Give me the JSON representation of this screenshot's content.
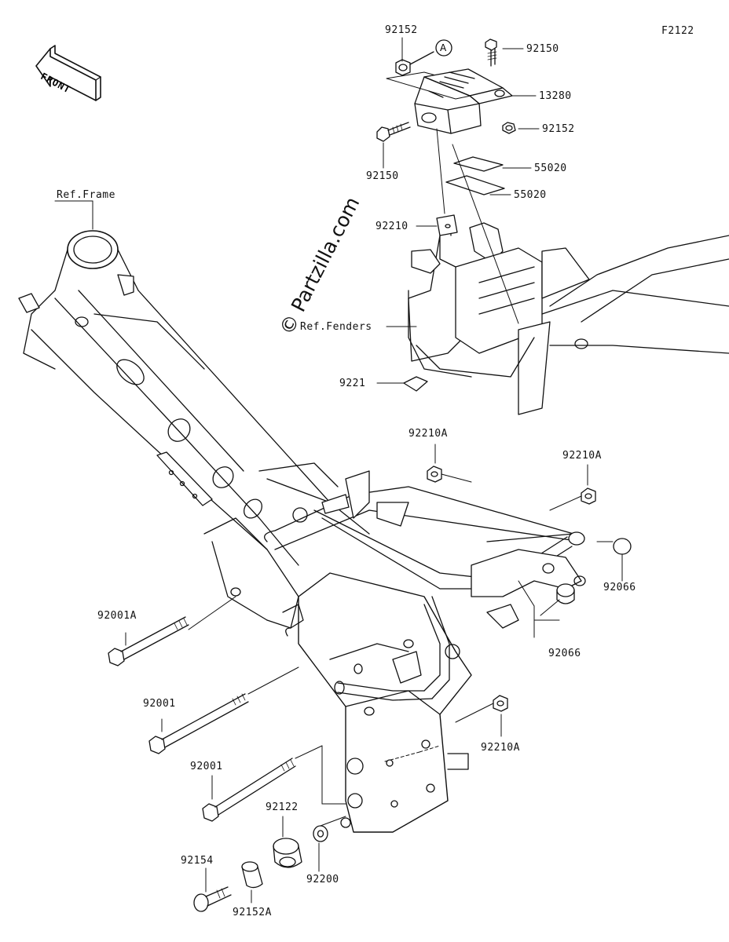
{
  "figure_code": "F2122",
  "front_label": "FRONT",
  "callout_letter": "A",
  "watermark": "© Partzilla.com",
  "ref_labels": {
    "frame": "Ref.Frame",
    "fenders": "Ref.Fenders"
  },
  "part_labels": [
    "92152",
    "92150",
    "13280",
    "92152",
    "92150",
    "55020",
    "55020",
    "92210",
    "9221",
    "92210A",
    "92210A",
    "92066",
    "92066",
    "92001A",
    "92001",
    "92210A",
    "92001",
    "92122",
    "92200",
    "92154",
    "92152A"
  ]
}
